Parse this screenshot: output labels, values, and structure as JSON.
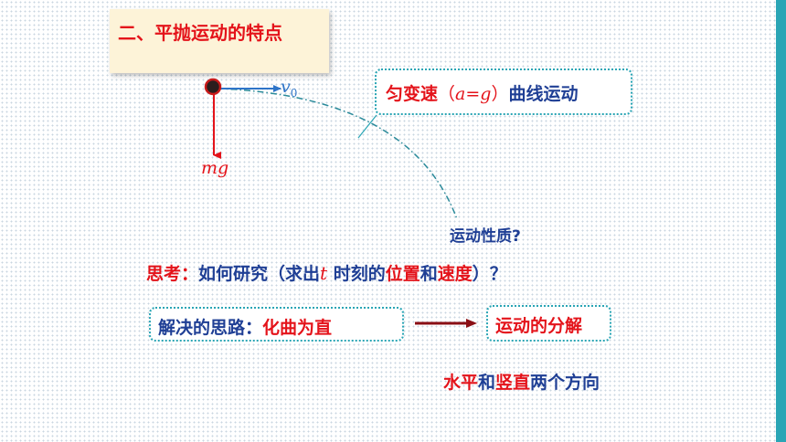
{
  "title": "二、平抛运动的特点",
  "labels": {
    "v0_symbol": "v",
    "v0_sub": "0",
    "mg": "mg"
  },
  "motion_box": {
    "prefix": "匀变速",
    "paren_open": "（",
    "a": "a",
    "eq": "=",
    "g": "g",
    "paren_close": "）",
    "curve": "曲线",
    "suffix": "运动"
  },
  "nature_question": "运动性质?",
  "think": {
    "label": "思考：",
    "text1": "如何研究（求出",
    "t": "t",
    "text2": " 时刻的",
    "position": "位置",
    "and": "和",
    "velocity": "速度",
    "text3": "）？"
  },
  "approach": {
    "label": "解决的思路：",
    "value": "化曲为直"
  },
  "method": "运动的分解",
  "directions": {
    "horizontal": "水平",
    "and": "和",
    "vertical": "竖直",
    "suffix": "两个方向"
  },
  "colors": {
    "red": "#e4131a",
    "navy": "#1f3f95",
    "teal": "#2aa5b5",
    "title_bg": "#fdf3d8",
    "velocity_arrow": "#2e74c8"
  }
}
